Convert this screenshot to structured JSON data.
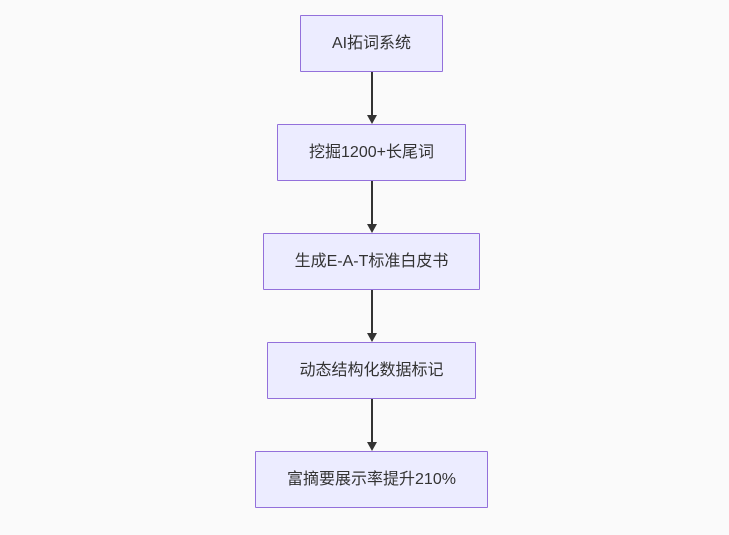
{
  "page": {
    "background_color": "#fafafa"
  },
  "flowchart": {
    "type": "flowchart",
    "direction": "top-to-bottom",
    "style": {
      "node_fill": "#ECECFF",
      "node_border": "#9370DB",
      "node_text_color": "#333333",
      "arrow_color": "#333333"
    },
    "nodes": [
      {
        "id": "n1",
        "label": "AI拓词系统"
      },
      {
        "id": "n2",
        "label": "挖掘1200+长尾词"
      },
      {
        "id": "n3",
        "label": "生成E-A-T标准白皮书"
      },
      {
        "id": "n4",
        "label": "动态结构化数据标记"
      },
      {
        "id": "n5",
        "label": "富摘要展示率提升210%"
      }
    ],
    "edges": [
      {
        "from": "n1",
        "to": "n2",
        "arrow": "down"
      },
      {
        "from": "n2",
        "to": "n3",
        "arrow": "down"
      },
      {
        "from": "n3",
        "to": "n4",
        "arrow": "down"
      },
      {
        "from": "n4",
        "to": "n5",
        "arrow": "down"
      }
    ]
  }
}
